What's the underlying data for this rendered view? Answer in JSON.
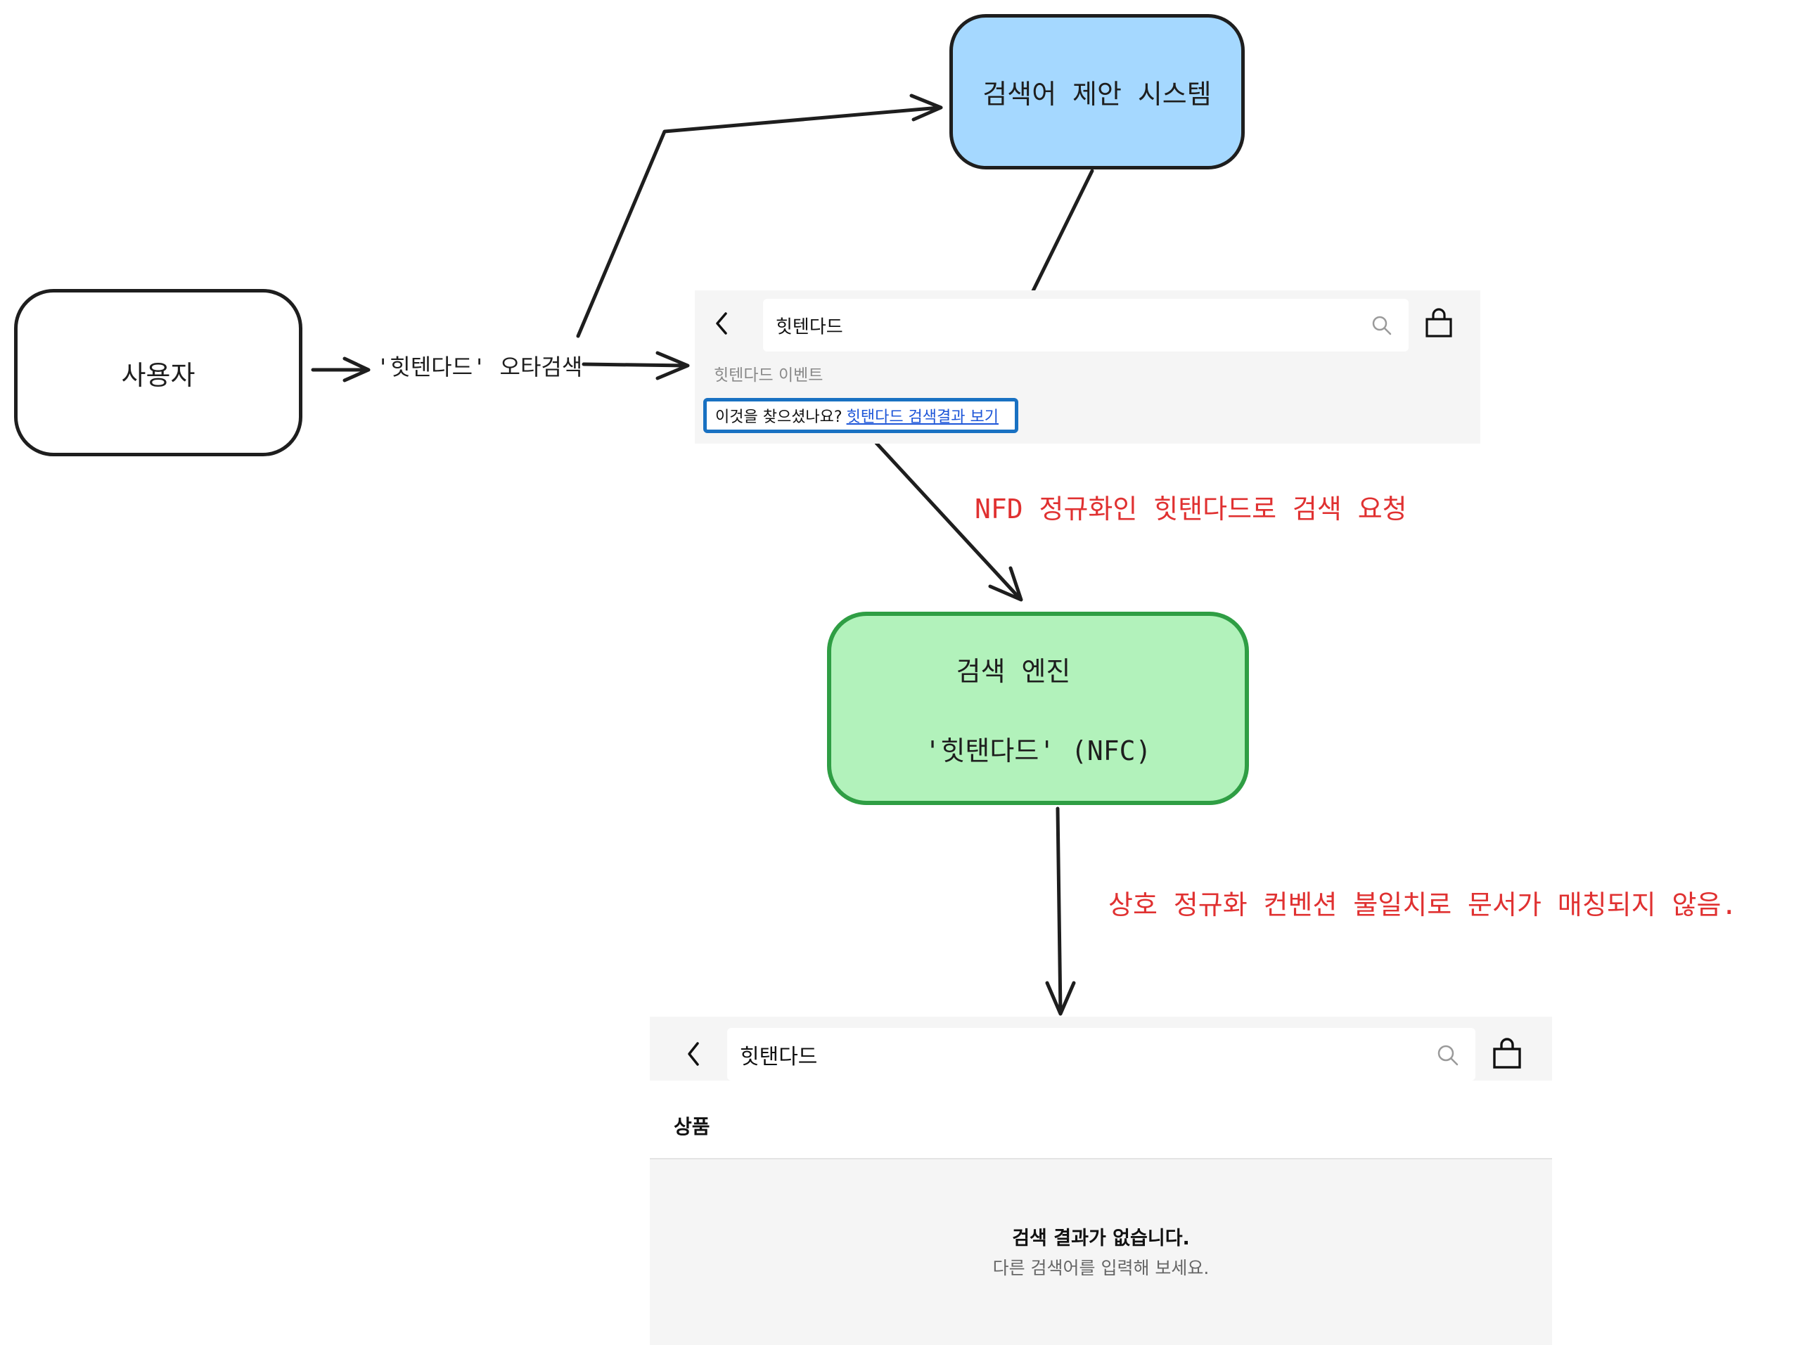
{
  "boxes": {
    "user": "사용자",
    "suggest_system": "검색어 제안 시스템",
    "engine_title": "검색 엔진",
    "engine_term": "'힛탠다드' (NFC)"
  },
  "labels": {
    "typo_search": "'힛텐다드' 오타검색",
    "nfd_request": "NFD 정규화인 힛탠다드로 검색 요청",
    "mismatch": "상호 정규화 컨벤션 불일치로 문서가 매칭되지 않음."
  },
  "screen1": {
    "query": "힛텐다드",
    "suggestion": "힛텐다드 이벤트",
    "did_you_mean_prefix": "이것을 찾으셨나요?",
    "did_you_mean_link": "힛탠다드 검색결과 보기"
  },
  "screen2": {
    "query": "힛탠다드",
    "tab": "상품",
    "empty_title": "검색 결과가 없습니다.",
    "empty_subtitle": "다른 검색어를 입력해 보세요."
  },
  "colors": {
    "suggest_fill": "#a5d8ff",
    "engine_fill": "#b2f2bb",
    "engine_stroke": "#2f9e44",
    "annotation_red": "#e03131",
    "highlight_blue": "#1971c2",
    "link_blue": "#1c55d8"
  },
  "icons": [
    "back-chevron-icon",
    "search-icon",
    "shopping-bag-icon"
  ]
}
